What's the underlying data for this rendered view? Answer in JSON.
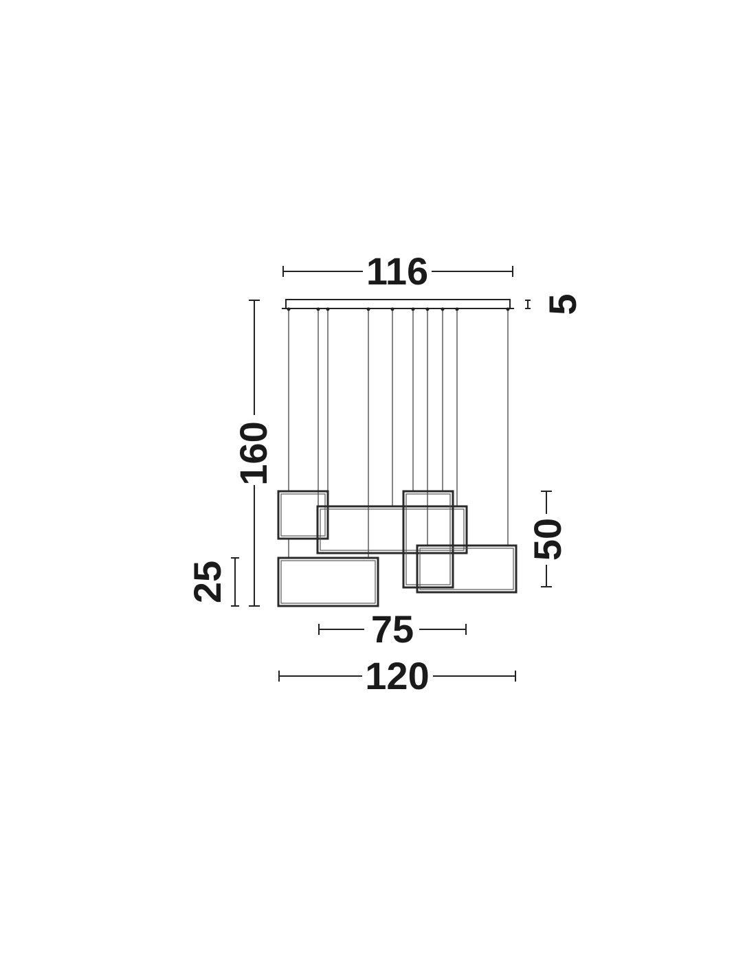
{
  "diagram": {
    "dimensions": {
      "canopy_length": "116",
      "canopy_height": "5",
      "max_height": "160",
      "frame_height": "25",
      "frame_width_tall": "50",
      "inner_width": "75",
      "overall_width": "120"
    },
    "colors": {
      "line": "#222222",
      "text": "#1a1a1a",
      "background": "#ffffff"
    }
  }
}
